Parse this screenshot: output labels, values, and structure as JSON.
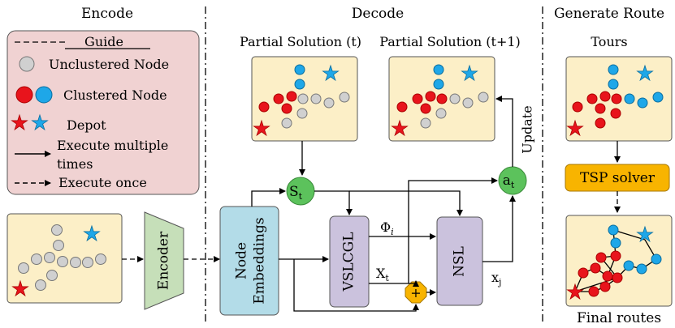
{
  "sections": {
    "encode": "Encode",
    "decode": "Decode",
    "generate": "Generate Route"
  },
  "guide": {
    "title": "Guide",
    "unclustered": "Unclustered Node",
    "clustered": "Clustered Node",
    "depot": "Depot",
    "multiple_line1": "Execute multiple",
    "multiple_line2": "times",
    "once": "Execute once"
  },
  "decode": {
    "partial_t": "Partial Solution (t)",
    "partial_t1": "Partial Solution (t+1)",
    "s_base": "S",
    "s_sub": "t",
    "a_base": "a",
    "a_sub": "t",
    "update": "Update",
    "node_emb_line1": "Node",
    "node_emb_line2": "Embeddings",
    "vslcgl": "VSLCGL",
    "nsl": "NSL",
    "phi": "Φ",
    "phi_sub": "i",
    "x_base": "X",
    "x_sub": "t",
    "plus": "+",
    "xj_base": "x",
    "xj_sub": "j"
  },
  "encoder": "Encoder",
  "route": {
    "tours": "Tours",
    "tsp": "TSP solver",
    "final": "Final routes"
  },
  "colors": {
    "gray_node": "#d0d0d0",
    "red_node": "#e8141c",
    "blue_node": "#1ea7e8",
    "panel": "#fcefc7",
    "guide_bg": "#f0d2d2",
    "green": "#5cc25c",
    "orange": "#f8b400",
    "emb_blue": "#b3dce8",
    "purple": "#cbc2dd",
    "encoder_green": "#c6dfb9"
  }
}
